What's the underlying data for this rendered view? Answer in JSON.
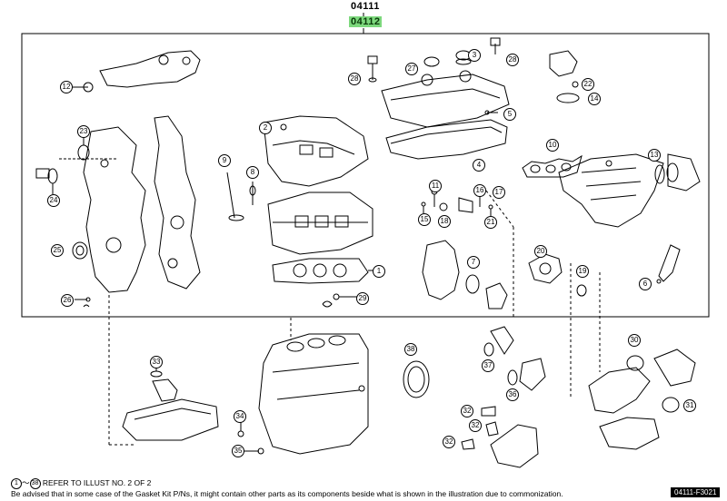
{
  "header": {
    "main_code": "04111",
    "sub_code": "04112"
  },
  "callouts": [
    "1",
    "2",
    "3",
    "4",
    "5",
    "6",
    "7",
    "8",
    "9",
    "10",
    "11",
    "12",
    "13",
    "14",
    "15",
    "16",
    "17",
    "18",
    "19",
    "20",
    "21",
    "22",
    "23",
    "24",
    "25",
    "26",
    "27",
    "28",
    "28",
    "29",
    "30",
    "31",
    "32",
    "32",
    "32",
    "33",
    "34",
    "35",
    "36",
    "37",
    "38"
  ],
  "footnote": {
    "range_start": "1",
    "tilde": "～",
    "range_end": "38",
    "refer_text": "REFER TO ILLUST NO. 2 OF 2",
    "advisory": "Be advised that in some case of the Gasket Kit P/Ns,  it might contain other parts as its components beside what is shown in the illustration due to commonization."
  },
  "illustration_code": "04111-F3021"
}
